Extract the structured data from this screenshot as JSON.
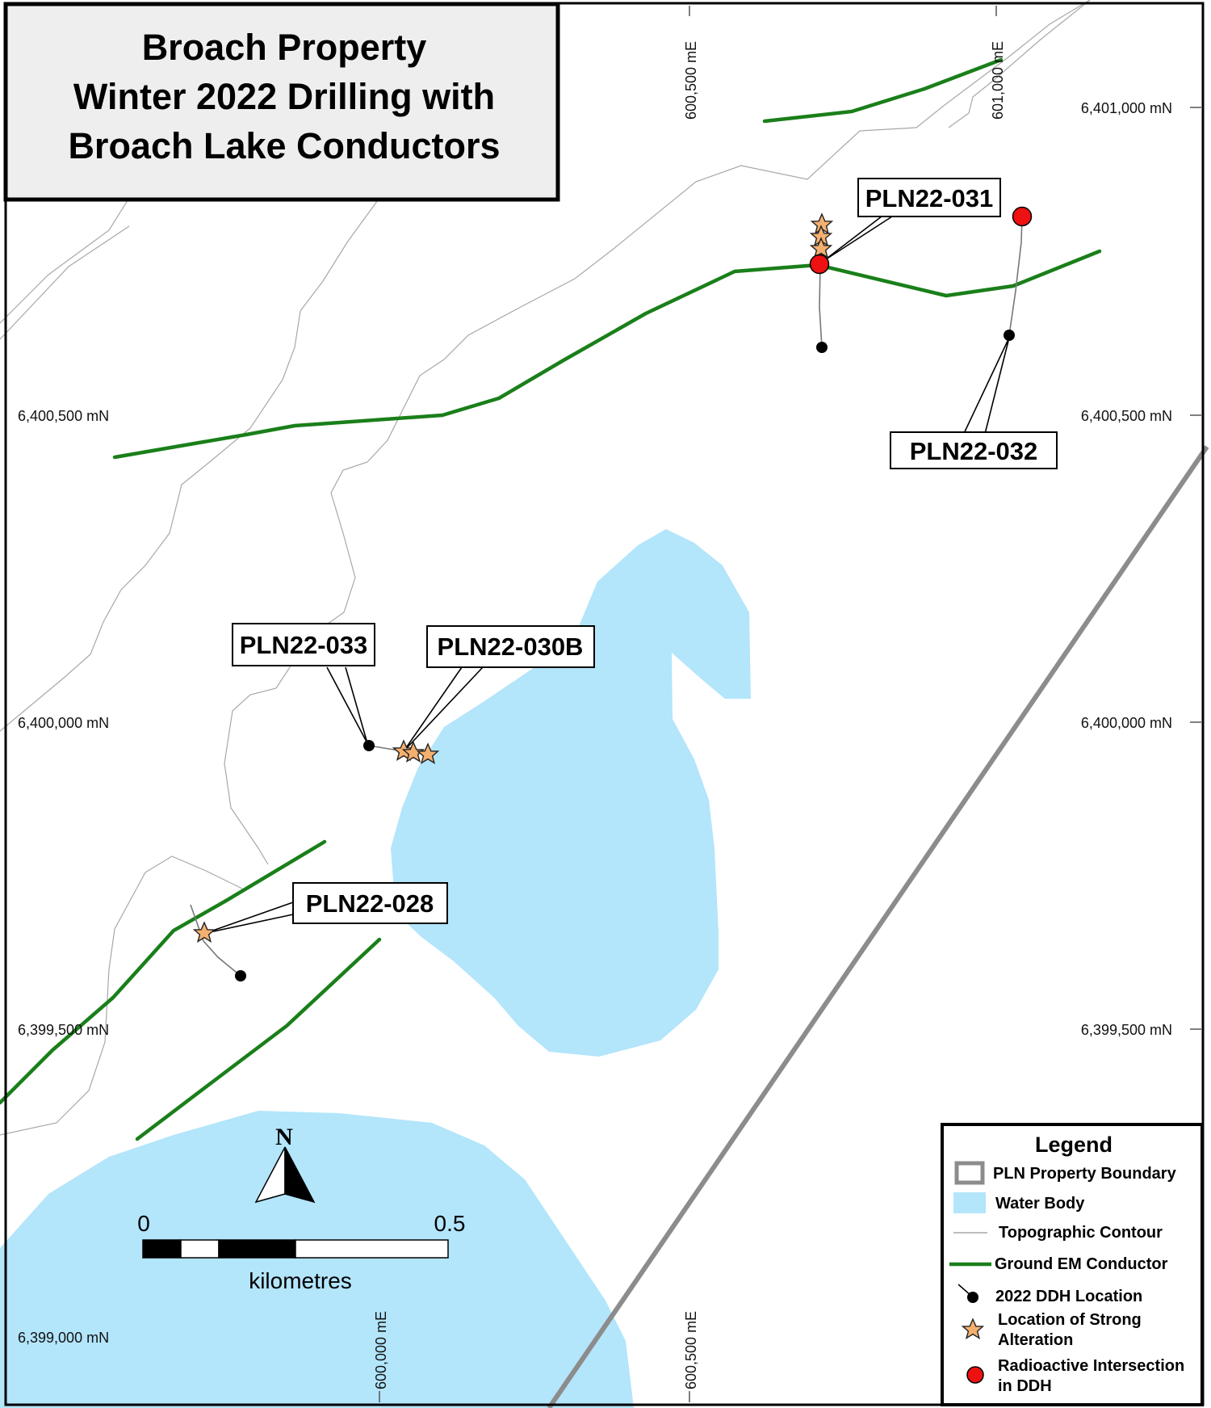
{
  "title": {
    "lines": [
      "Broach Property",
      "Winter 2022 Drilling with",
      "Broach Lake Conductors"
    ]
  },
  "grid": {
    "easting": {
      "top": [
        "600,500 mE",
        "601,000 mE"
      ],
      "bottom": [
        "600,000 mE",
        "600,500 mE"
      ]
    },
    "northing": {
      "left": [
        "6,400,500 mN",
        "6,400,000 mN",
        "6,399,500 mN",
        "6,399,000 mN"
      ],
      "right": [
        "6,401,000 mN",
        "6,400,500 mN",
        "6,400,000 mN",
        "6,399,500 mN"
      ]
    }
  },
  "drillholes": [
    {
      "id": "PLN22-031",
      "radioactive": true,
      "alteration": true
    },
    {
      "id": "PLN22-032",
      "radioactive": true,
      "alteration": false
    },
    {
      "id": "PLN22-033",
      "radioactive": false,
      "alteration": false
    },
    {
      "id": "PLN22-030B",
      "radioactive": false,
      "alteration": true
    },
    {
      "id": "PLN22-028",
      "radioactive": false,
      "alteration": true
    }
  ],
  "scale_bar": {
    "start": "0",
    "end": "0.5",
    "unit": "kilometres"
  },
  "north_arrow": {
    "label": "N"
  },
  "legend": {
    "title": "Legend",
    "items": [
      {
        "symbol": "property-boundary",
        "label": "PLN Property Boundary"
      },
      {
        "symbol": "water-body",
        "label": "Water Body"
      },
      {
        "symbol": "topographic-contour",
        "label": "Topographic Contour"
      },
      {
        "symbol": "em-conductor",
        "label": "Ground EM Conductor"
      },
      {
        "symbol": "ddh-location",
        "label": "2022 DDH Location"
      },
      {
        "symbol": "strong-alteration",
        "label": "Location of Strong",
        "label2": "Alteration"
      },
      {
        "symbol": "radioactive-intersection",
        "label": "Radioactive Intersection",
        "label2": "in DDH"
      }
    ]
  },
  "colors": {
    "water": "#b3e5fb",
    "conductor": "#1a7f1a",
    "boundary": "#8c8c8c",
    "contour": "#a8a8a8",
    "star": "#f5b070",
    "radioactive": "#ee1111",
    "ddh": "#000000",
    "title_bg": "#eeeeee"
  }
}
